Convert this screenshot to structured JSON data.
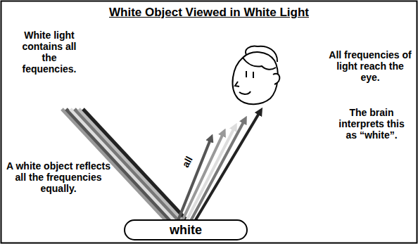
{
  "diagram": {
    "title": "White Object Viewed in White Light",
    "nodes": [
      {
        "text": [
          "white"
        ]
      }
    ],
    "labels": [
      "White light contains all the fequencies.",
      "A white object reflects all the frequencies equally.",
      "all",
      "All frequencies of light reach the eye.",
      "The brain interprets this as “white”."
    ]
  }
}
